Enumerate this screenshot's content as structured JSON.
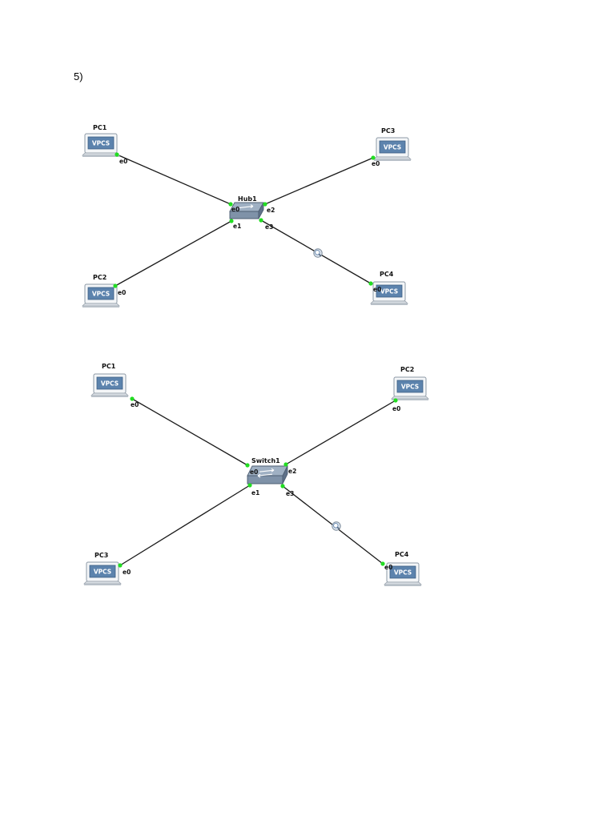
{
  "question_number": "5)",
  "colors": {
    "link": "#1a1a1a",
    "port_dot": "#22dd22",
    "screen": "#5c83ad",
    "device": "#7f92a8"
  },
  "diagrams": [
    {
      "central": {
        "label": "Hub1",
        "kind": "hub"
      },
      "pcs": [
        {
          "label": "PC1",
          "screen": "VPCS",
          "port": "e0",
          "central_port": "e0"
        },
        {
          "label": "PC2",
          "screen": "VPCS",
          "port": "e0",
          "central_port": "e1"
        },
        {
          "label": "PC3",
          "screen": "VPCS",
          "port": "e0",
          "central_port": "e2"
        },
        {
          "label": "PC4",
          "screen": "VPCS",
          "port": "e0",
          "central_port": "e3",
          "capture": true
        }
      ]
    },
    {
      "central": {
        "label": "Switch1",
        "kind": "switch"
      },
      "pcs": [
        {
          "label": "PC1",
          "screen": "VPCS",
          "port": "e0",
          "central_port": "e0"
        },
        {
          "label": "PC3",
          "screen": "VPCS",
          "port": "e0",
          "central_port": "e1"
        },
        {
          "label": "PC2",
          "screen": "VPCS",
          "port": "e0",
          "central_port": "e2"
        },
        {
          "label": "PC4",
          "screen": "VPCS",
          "port": "e0",
          "central_port": "e3",
          "capture": true
        }
      ]
    }
  ]
}
